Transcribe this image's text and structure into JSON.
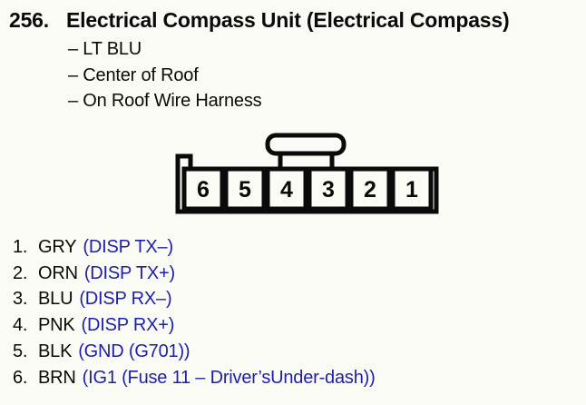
{
  "header": {
    "item_number": "256.",
    "title": "Electrical Compass Unit (Electrical Compass)"
  },
  "details": [
    {
      "text": "– LT BLU"
    },
    {
      "text": "– Center of Roof"
    },
    {
      "text": "– On Roof Wire Harness"
    }
  ],
  "connector": {
    "pins": [
      "6",
      "5",
      "4",
      "3",
      "2",
      "1"
    ]
  },
  "pin_list": [
    {
      "num": "1.",
      "wire_color": "GRY",
      "signal": "(DISP TX–)"
    },
    {
      "num": "2.",
      "wire_color": "ORN",
      "signal": "(DISP TX+)"
    },
    {
      "num": "3.",
      "wire_color": "BLU",
      "signal": "(DISP RX–)"
    },
    {
      "num": "4.",
      "wire_color": "PNK",
      "signal": "(DISP RX+)"
    },
    {
      "num": "5.",
      "wire_color": "BLK",
      "signal": "(GND (G701))"
    },
    {
      "num": "6.",
      "wire_color": "BRN",
      "signal": "(IG1 (Fuse 11 – Driver’sUnder-dash))"
    }
  ],
  "colors": {
    "ink": "#0a0a0a",
    "signal_blue": "#1e1ea8",
    "background": "#fbfbf5"
  }
}
